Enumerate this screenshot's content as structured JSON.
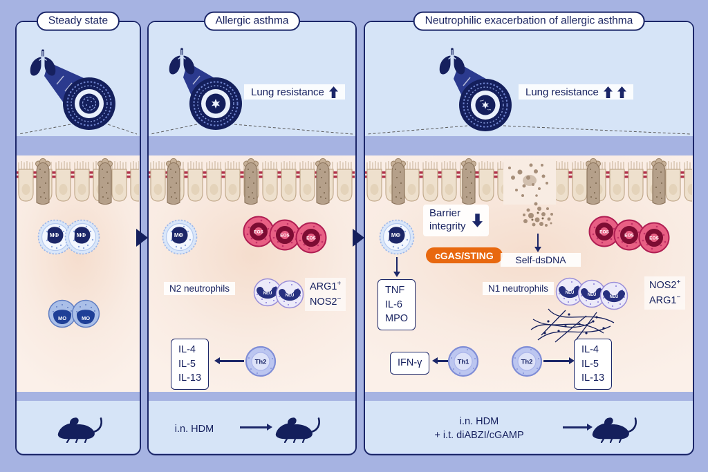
{
  "colors": {
    "navy": "#1b2668",
    "orange": "#e8680f",
    "eosinophil_pink": "#e85f84",
    "section_blue": "#d6e4f7",
    "background": "#a6b3e2",
    "epithelium_beige": "#eee0cd"
  },
  "panel1": {
    "title": "Steady state",
    "macrophage": "MΦ",
    "monocyte": "MO"
  },
  "panel2": {
    "title": "Allergic asthma",
    "lung_resistance": "Lung resistance",
    "macrophage": "MΦ",
    "eosinophil": "EOS",
    "neutrophil": "NEU",
    "neutrophil_type": "N2 neutrophils",
    "marker1": "ARG1",
    "marker1_sign": "+",
    "marker2": "NOS2",
    "marker2_sign": "−",
    "tcell": "Th2",
    "cytokines": [
      "IL-4",
      "IL-5",
      "IL-13"
    ],
    "treatment": "i.n. HDM"
  },
  "panel3": {
    "title": "Neutrophilic exacerbation of allergic asthma",
    "lung_resistance": "Lung resistance",
    "barrier_line1": "Barrier",
    "barrier_line2": "integrity",
    "macrophage": "MΦ",
    "mac_factors": [
      "TNF",
      "IL-6",
      "MPO"
    ],
    "cgas_sting": "cGAS/STING",
    "self_dsdna": "Self-dsDNA",
    "eosinophil": "EOS",
    "neutrophil": "NEU",
    "neutrophil_type": "N1 neutrophils",
    "marker1": "NOS2",
    "marker1_sign": "+",
    "marker2": "ARG1",
    "marker2_sign": "−",
    "tcell1": "Th1",
    "ifn": "IFN-γ",
    "tcell2": "Th2",
    "cytokines": [
      "IL-4",
      "IL-5",
      "IL-13"
    ],
    "treatment_line1": "i.n. HDM",
    "treatment_line2": "+ i.t. diABZI/cGAMP"
  }
}
